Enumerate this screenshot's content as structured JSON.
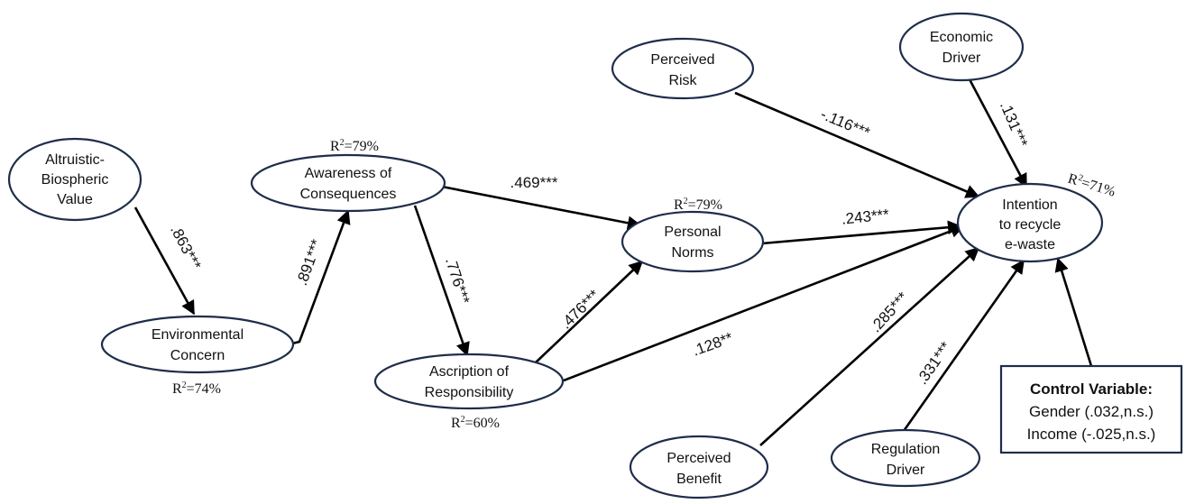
{
  "nodes": {
    "altruistic": {
      "lines": [
        "Altruistic-",
        "Biospheric",
        "Value"
      ]
    },
    "environmental_concern": {
      "lines": [
        "Environmental",
        "Concern"
      ]
    },
    "awareness": {
      "lines": [
        "Awareness of",
        "Consequences"
      ]
    },
    "ascription": {
      "lines": [
        "Ascription of",
        "Responsibility"
      ]
    },
    "personal_norms": {
      "lines": [
        "Personal",
        "Norms"
      ]
    },
    "perceived_risk": {
      "lines": [
        "Perceived",
        "Risk"
      ]
    },
    "economic_driver": {
      "lines": [
        "Economic",
        "Driver"
      ]
    },
    "intention": {
      "lines": [
        "Intention",
        "to recycle",
        "e-waste"
      ]
    },
    "perceived_benefit": {
      "lines": [
        "Perceived",
        "Benefit"
      ]
    },
    "regulation_driver": {
      "lines": [
        "Regulation",
        "Driver"
      ]
    }
  },
  "coefficients": {
    "abv_ec": ".863***",
    "ec_ac": ".891***",
    "ac_pn": ".469***",
    "ac_ar": ".776***",
    "ar_pn": ".476***",
    "ar_int": ".128**",
    "pn_int": ".243***",
    "pr_int": "-.116***",
    "ed_int": ".131***",
    "pb_int": ".285***",
    "rd_int": ".331***"
  },
  "r_squared": {
    "awareness": {
      "prefix": "R",
      "sup": "2",
      "value": "=79%"
    },
    "environmental_concern": {
      "prefix": "R",
      "sup": "2",
      "value": "=74%"
    },
    "ascription": {
      "prefix": "R",
      "sup": "2",
      "value": "=60%"
    },
    "personal_norms": {
      "prefix": "R",
      "sup": "2",
      "value": "=79%"
    },
    "intention": {
      "prefix": "R",
      "sup": "2",
      "value": "=71%"
    }
  },
  "control_box": {
    "title": "Control Variable:",
    "line1": "Gender (.032,n.s.)",
    "line2": "Income (-.025,n.s.)"
  },
  "colors": {
    "node_border": "#1f2d4a",
    "arrow": "#000000",
    "text": "#111111"
  }
}
